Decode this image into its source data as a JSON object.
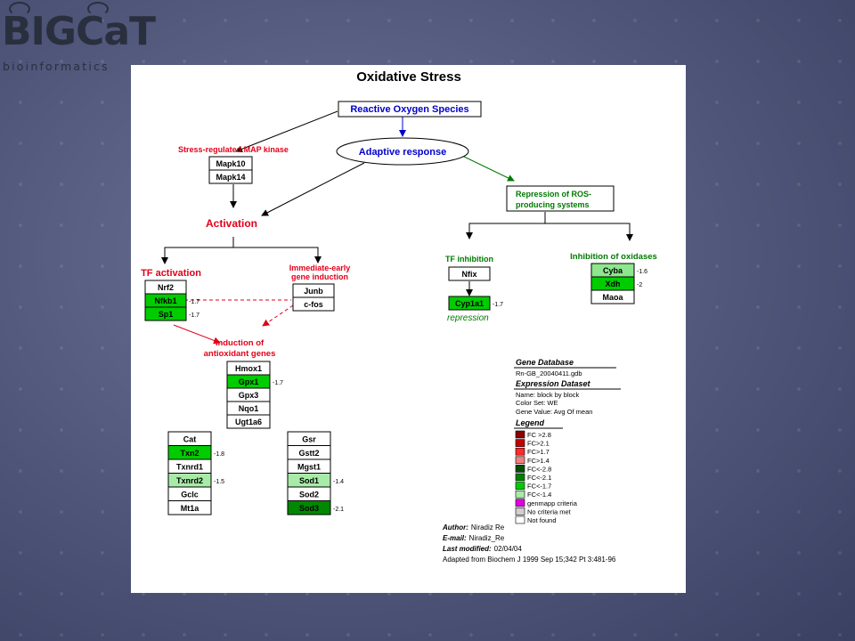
{
  "logo": {
    "main": "BIGCaT",
    "sub": "bioinformatics"
  },
  "title": "Oxidative Stress",
  "nodes": {
    "ros": "Reactive Oxygen Species",
    "adaptive": "Adaptive response",
    "map_kinase": "Stress-regulated MAP kinase",
    "activation": "Activation",
    "repression_box": [
      "Repression of ROS-",
      "producing systems"
    ],
    "tf_activation": "TF activation",
    "immediate_early": [
      "Immediate-early",
      "gene induction"
    ],
    "tf_inhibition": "TF inhibition",
    "inhibition_oxidases": "Inhibition of oxidases",
    "induction": [
      "Induction of",
      "antioxidant genes"
    ],
    "repression_note": "repression"
  },
  "genes": {
    "mapk": [
      {
        "name": "Mapk10"
      },
      {
        "name": "Mapk14"
      }
    ],
    "tf": [
      {
        "name": "Nrf2"
      },
      {
        "name": "Nfkb1",
        "value": "-1.7",
        "color": "#00cc00"
      },
      {
        "name": "Sp1",
        "value": "-1.7",
        "color": "#00cc00"
      }
    ],
    "early": [
      {
        "name": "Junb"
      },
      {
        "name": "c-fos"
      }
    ],
    "nfix": [
      {
        "name": "Nfix"
      }
    ],
    "cyp": [
      {
        "name": "Cyp1a1",
        "value": "-1.7",
        "color": "#00cc00"
      }
    ],
    "oxidases": [
      {
        "name": "Cyba",
        "value": "-1.6",
        "color": "#8ee68e"
      },
      {
        "name": "Xdh",
        "value": "-2",
        "color": "#00cc00"
      },
      {
        "name": "Maoa"
      }
    ],
    "antioxidant": [
      {
        "name": "Hmox1"
      },
      {
        "name": "Gpx1",
        "value": "-1.7",
        "color": "#00cc00"
      },
      {
        "name": "Gpx3"
      },
      {
        "name": "Nqo1"
      },
      {
        "name": "Ugt1a6"
      }
    ],
    "left_group": [
      {
        "name": "Cat"
      },
      {
        "name": "Txn2",
        "value": "-1.8",
        "color": "#00cc00"
      },
      {
        "name": "Txnrd1"
      },
      {
        "name": "Txnrd2",
        "value": "-1.5",
        "color": "#a8eba8"
      },
      {
        "name": "Gclc"
      },
      {
        "name": "Mt1a"
      }
    ],
    "right_group": [
      {
        "name": "Gsr"
      },
      {
        "name": "Gstt2"
      },
      {
        "name": "Mgst1"
      },
      {
        "name": "Sod1",
        "value": "-1.4",
        "color": "#a8eba8"
      },
      {
        "name": "Sod2"
      },
      {
        "name": "Sod3",
        "value": "-2.1",
        "color": "#008800"
      }
    ]
  },
  "info": {
    "gene_db_title": "Gene Database",
    "gene_db": "Rn-GB_20040411.gdb",
    "dataset_title": "Expression Dataset",
    "dataset_lines": [
      "Name: block by block",
      "Color Set: WE",
      "Gene Value: Avg Of mean"
    ],
    "legend_title": "Legend",
    "legend": [
      {
        "label": "FC >2.8",
        "color": "#8b0000"
      },
      {
        "label": "FC>2.1",
        "color": "#c00000"
      },
      {
        "label": "FC>1.7",
        "color": "#ff2a2a"
      },
      {
        "label": "FC>1.4",
        "color": "#f08080"
      },
      {
        "label": "FC<-2.8",
        "color": "#004d00"
      },
      {
        "label": "FC<-2.1",
        "color": "#008000"
      },
      {
        "label": "FC<-1.7",
        "color": "#00cc00"
      },
      {
        "label": "FC<-1.4",
        "color": "#a8eba8"
      },
      {
        "label": "genmapp criteria",
        "color": "#e000e0"
      },
      {
        "label": "No criteria met",
        "color": "#cfcfcf"
      },
      {
        "label": "Not found",
        "color": "#ffffff"
      }
    ],
    "author_label": "Author:",
    "author": "Niradiz Re",
    "email_label": "E-mail:",
    "email": "Niradiz_Re",
    "modified_label": "Last modified:",
    "modified": "02/04/04",
    "adapted": "Adapted from Biochem J 1999 Sep 15;342 Pt 3:481-96"
  },
  "colors": {
    "red": "#e2001a",
    "green": "#007a00",
    "blue": "#0000cc"
  }
}
